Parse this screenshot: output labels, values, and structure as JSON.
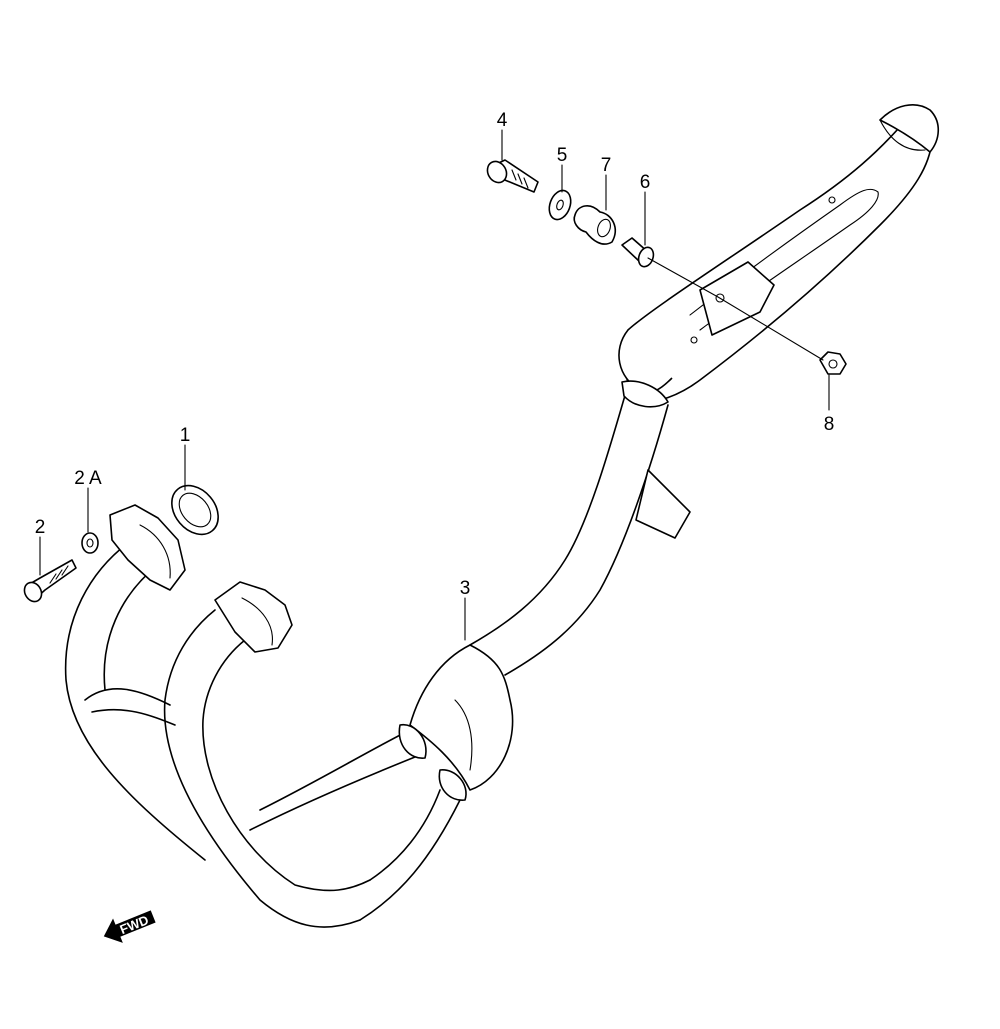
{
  "callouts": {
    "p1": "1",
    "p2": "2",
    "p2a": "2 A",
    "p3": "3",
    "p4": "4",
    "p5": "5",
    "p6": "6",
    "p7": "7",
    "p8": "8"
  },
  "fwd_label": "FWD",
  "icons": {
    "fwd": "fwd-arrow-icon"
  }
}
